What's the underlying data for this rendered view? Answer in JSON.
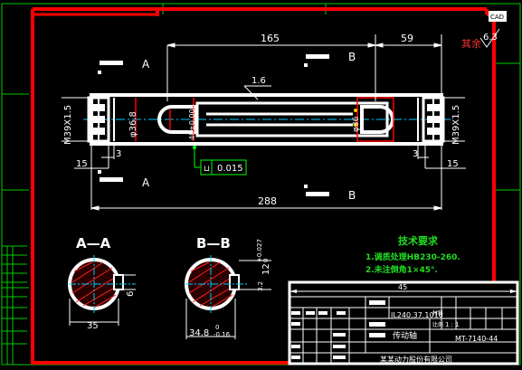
{
  "colors": {
    "background": "#000000",
    "frame": "#ff0000",
    "dimension": "#ffffff",
    "outer_frame": "#00cc00",
    "note_green": "#22dd22",
    "centerline": "#00ccff",
    "tolerance_frame": "#00ff00",
    "hatch": "#ff2222"
  },
  "corner_tag": "CAD",
  "roughness": {
    "label": "其余",
    "value": "6.3"
  },
  "sections": {
    "A_top": "A",
    "A_bottom": "A",
    "B_top": "B",
    "B_bottom": "B",
    "A_title": "A—A",
    "B_title": "B—B"
  },
  "dimensions": {
    "length_165": "165",
    "length_59": "59",
    "total_288": "288",
    "chamfer_1_6": "1.6",
    "thread_left": "M39X1.5",
    "thread_right": "M39X1.5",
    "dia_36_8": "φ36.8",
    "dia_36_right": "φ36",
    "slot_40": "40±0.008",
    "left_3": "3",
    "left_15": "15",
    "right_3": "3",
    "right_15": "15",
    "tol_frame_value": "0.015",
    "sec_a_width": "35",
    "sec_a_depth": "6",
    "sec_b_height": "12",
    "sec_b_height_tol": "+0.027",
    "sec_b_height_tol_low": "0",
    "sec_b_small": "3.2",
    "sec_b_dia": "34.8",
    "sec_b_dia_tol_up": "0",
    "sec_b_dia_tol_low": "-0.16"
  },
  "notes": {
    "title": "技术要求",
    "line1": "1.调质处理HB230-260.",
    "line2": "2.未注倒角1×45°."
  },
  "title_block": {
    "top_dim": "45",
    "drawing_number": "JL240.37.1016",
    "scale_label": "比例",
    "scale": "1 : 1",
    "part_name": "传动轴",
    "model": "MT-7140-44",
    "company": "某某动力股份有限公司",
    "material_label": "材料"
  }
}
